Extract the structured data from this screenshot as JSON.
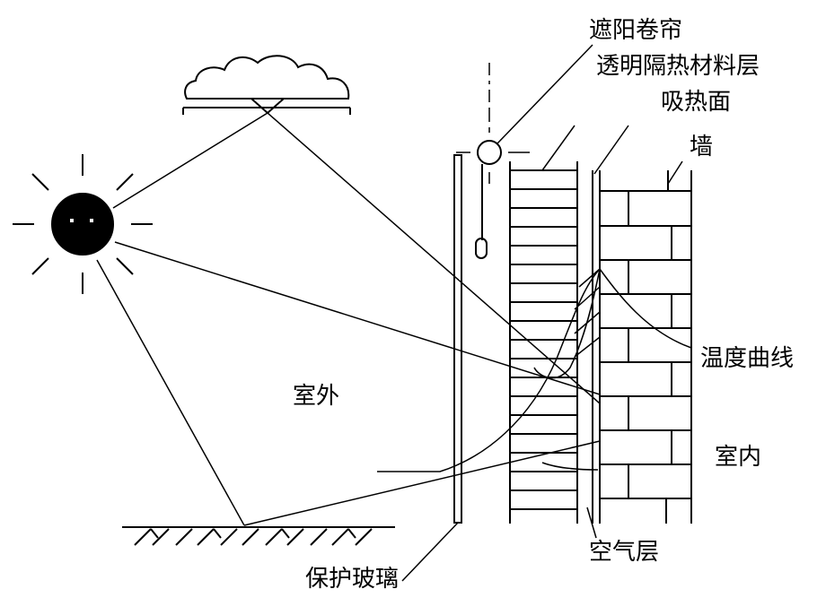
{
  "labels": {
    "shade_roller_blind": "遮阳卷帘",
    "transparent_insulation_layer": "透明隔热材料层",
    "heat_absorbing_surface": "吸热面",
    "wall": "墙",
    "temperature_curve": "温度曲线",
    "outdoor": "室外",
    "indoor": "室内",
    "air_layer": "空气层",
    "protective_glass": "保护玻璃"
  },
  "colors": {
    "ink": "#000000",
    "background": "#ffffff"
  }
}
